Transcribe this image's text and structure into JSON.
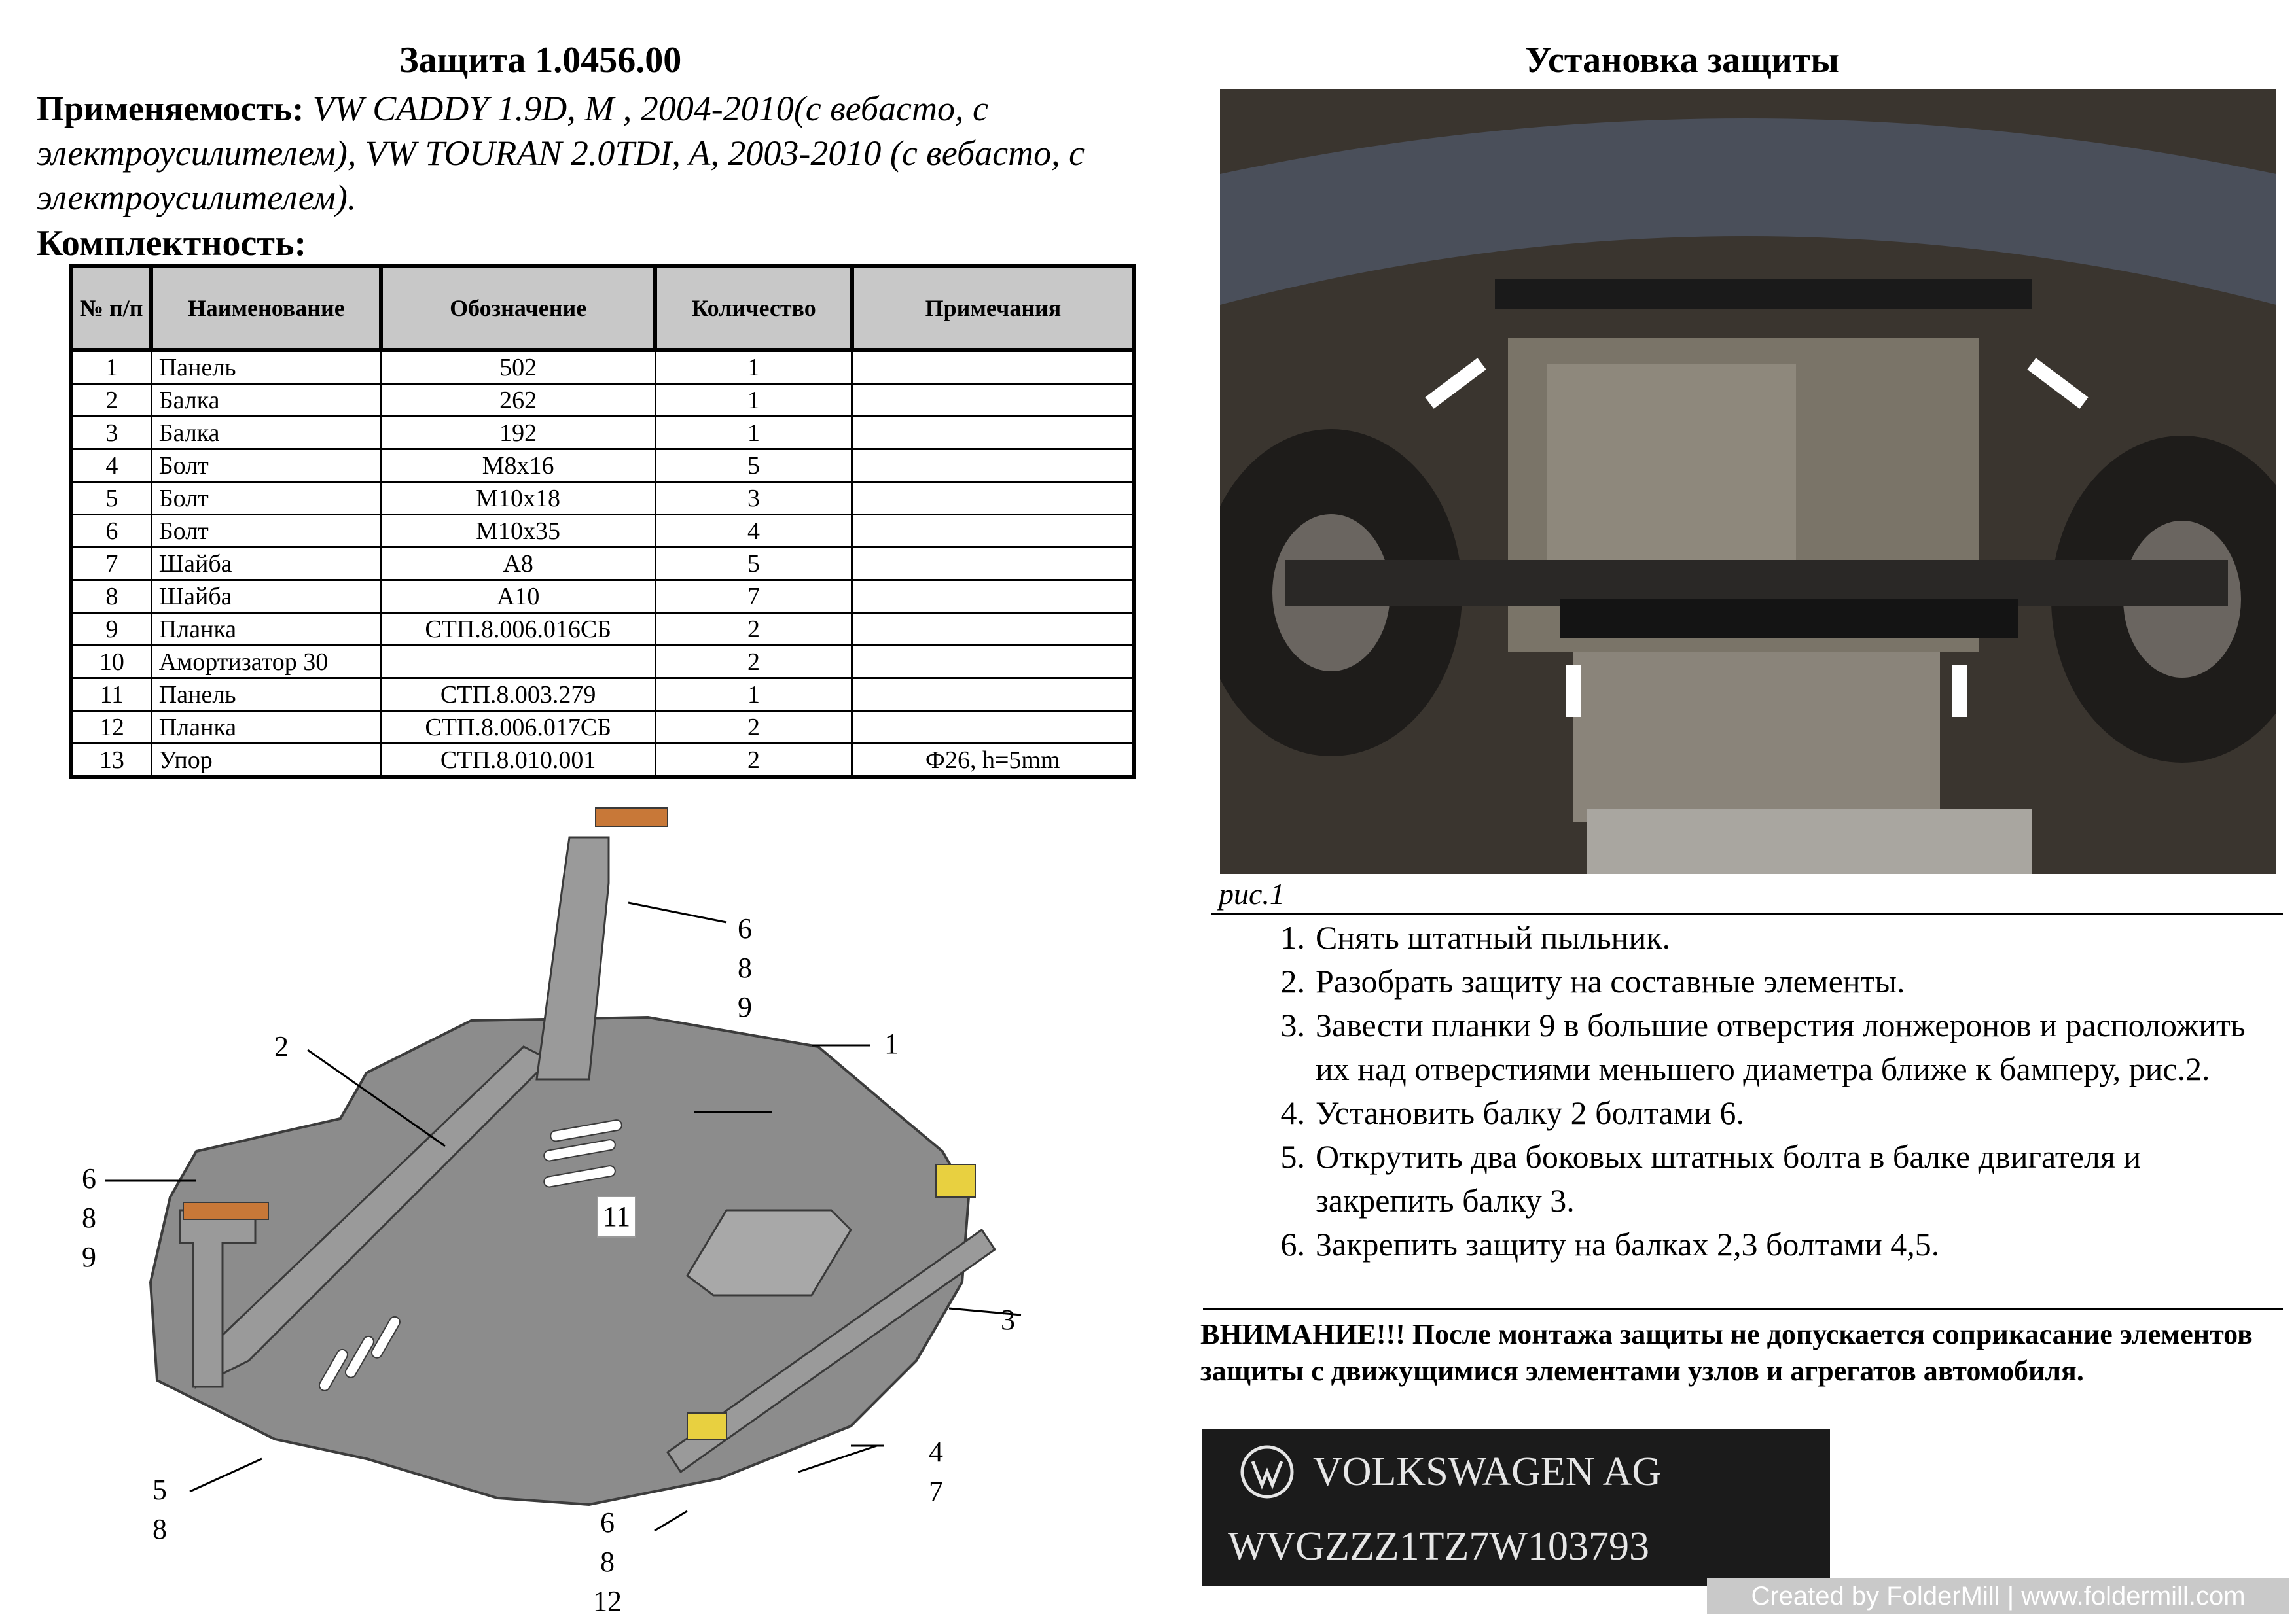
{
  "header": {
    "title_left": "Защита 1.0456.00",
    "applicability_label": "Применяемость:",
    "applicability_text": "VW CADDY 1.9D, M , 2004-2010(с вебасто, с электроусилителем), VW  TOURAN 2.0TDI, A, 2003-2010 (с вебасто, с электроусилителем).",
    "kit_heading": "Комплектность:",
    "title_right": "Установка защиты"
  },
  "table": {
    "columns": [
      "№ п/п",
      "Наименование",
      "Обозначение",
      "Количество",
      "Примечания"
    ],
    "rows": [
      {
        "n": "1",
        "name": "Панель",
        "code": "502",
        "qty": "1",
        "note": ""
      },
      {
        "n": "2",
        "name": "Балка",
        "code": "262",
        "qty": "1",
        "note": ""
      },
      {
        "n": "3",
        "name": "Балка",
        "code": "192",
        "qty": "1",
        "note": ""
      },
      {
        "n": "4",
        "name": "Болт",
        "code": "M8x16",
        "qty": "5",
        "note": ""
      },
      {
        "n": "5",
        "name": "Болт",
        "code": "M10x18",
        "qty": "3",
        "note": ""
      },
      {
        "n": "6",
        "name": "Болт",
        "code": "M10x35",
        "qty": "4",
        "note": ""
      },
      {
        "n": "7",
        "name": "Шайба",
        "code": "A8",
        "qty": "5",
        "note": ""
      },
      {
        "n": "8",
        "name": "Шайба",
        "code": "A10",
        "qty": "7",
        "note": ""
      },
      {
        "n": "9",
        "name": "Планка",
        "code": "СТП.8.006.016СБ",
        "qty": "2",
        "note": ""
      },
      {
        "n": "10",
        "name": "Амортизатор 30",
        "code": "",
        "qty": "2",
        "note": ""
      },
      {
        "n": "11",
        "name": "Панель",
        "code": "СТП.8.003.279",
        "qty": "1",
        "note": ""
      },
      {
        "n": "12",
        "name": "Планка",
        "code": "СТП.8.006.017СБ",
        "qty": "2",
        "note": ""
      },
      {
        "n": "13",
        "name": "Упор",
        "code": "СТП.8.010.001",
        "qty": "2",
        "note": "Ф26, h=5mm"
      }
    ]
  },
  "diagram": {
    "callouts": {
      "top_bolts": [
        "6",
        "8",
        "9"
      ],
      "left_bolts": [
        "6",
        "8",
        "9"
      ],
      "beam": "2",
      "panel": "1",
      "plate": "11",
      "right_beam": "3",
      "bottom_left": [
        "5",
        "8"
      ],
      "bottom_mid": [
        "6",
        "8",
        "12"
      ],
      "bottom_right": [
        "4",
        "7"
      ]
    }
  },
  "photo": {
    "caption": "рис.1"
  },
  "steps": [
    {
      "num": "1.",
      "text": "Снять штатный пыльник."
    },
    {
      "num": "2.",
      "text": "Разобрать защиту на составные элементы."
    },
    {
      "num": "3.",
      "text": "Завести планки  9  в большие отверстия лонжеронов и расположить их над отверстиями меньшего диаметра ближе к бамперу, рис.2."
    },
    {
      "num": "4.",
      "text": "Установить балку 2 болтами 6."
    },
    {
      "num": "5.",
      "text": "Открутить два боковых штатных болта в балке двигателя и закрепить балку 3."
    },
    {
      "num": "6.",
      "text": "Закрепить защиту на балках 2,3 болтами 4,5."
    }
  ],
  "warning": "ВНИМАНИЕ!!! После монтажа защиты не допускается соприкасание элементов защиты с движущимися элементами узлов и агрегатов автомобиля.",
  "vin_plate": {
    "maker": "VOLKSWAGEN  AG",
    "vin": "WVGZZZ1TZ7W103793"
  },
  "footer": "Created by FolderMill | www.foldermill.com",
  "colors": {
    "table_header_bg": "#c8c8c8",
    "panel_gray": "#8c8c8c",
    "bracket_orange": "#c87838",
    "bracket_yellow": "#e8d040",
    "plate_dark": "#1b1b1b",
    "photo_dark": "#2e2a26",
    "footer_bg": "#c9c9c9"
  }
}
